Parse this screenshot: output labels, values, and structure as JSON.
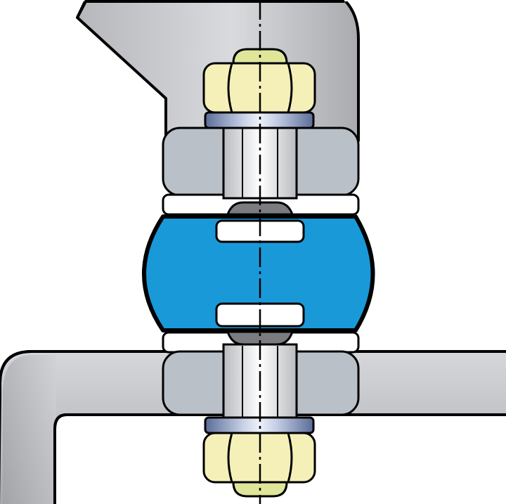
{
  "diagram": {
    "components": {
      "upper_bracket": "upper-bracket",
      "lower_frame": "lower-frame",
      "upper_nut": "hex-nut",
      "lower_nut": "hex-nut",
      "upper_washer": "flat-washer",
      "lower_washer": "flat-washer",
      "upper_cup_washer": "cup-washer",
      "lower_cup_washer": "cup-washer",
      "rubber_bushing": "rubber-isolator-bushing",
      "bolt": "through-bolt",
      "centerline": "dash-dot-centerline"
    },
    "colors": {
      "background": "#ffffff",
      "outline": "#000000",
      "metal_light": "#d8d9dc",
      "metal_mid": "#b3b5b9",
      "metal_dark": "#8f9196",
      "cup_washer": "#b9c0c7",
      "bushing": "#1a99d9",
      "nut": "#f5f0b8",
      "nut_cap": "#dfe69a",
      "washer_blue": "#6d7fa8",
      "bolt_light": "#ffffff",
      "bolt_shade": "#c9cbcf",
      "spacer": "#7a7c80"
    }
  }
}
